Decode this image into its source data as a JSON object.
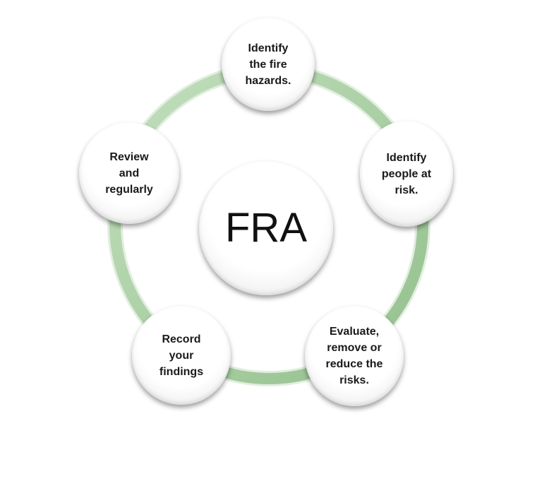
{
  "diagram": {
    "center_label": "FRA",
    "ring_color": "#a9cfa3",
    "steps": [
      {
        "label": "Identify\nthe fire\nhazards."
      },
      {
        "label": "Identify\npeople at\nrisk."
      },
      {
        "label": "Evaluate,\nremove or\nreduce the\nrisks."
      },
      {
        "label": "Record\nyour\nfindings"
      },
      {
        "label": "Review\nand\nregularly"
      }
    ]
  }
}
